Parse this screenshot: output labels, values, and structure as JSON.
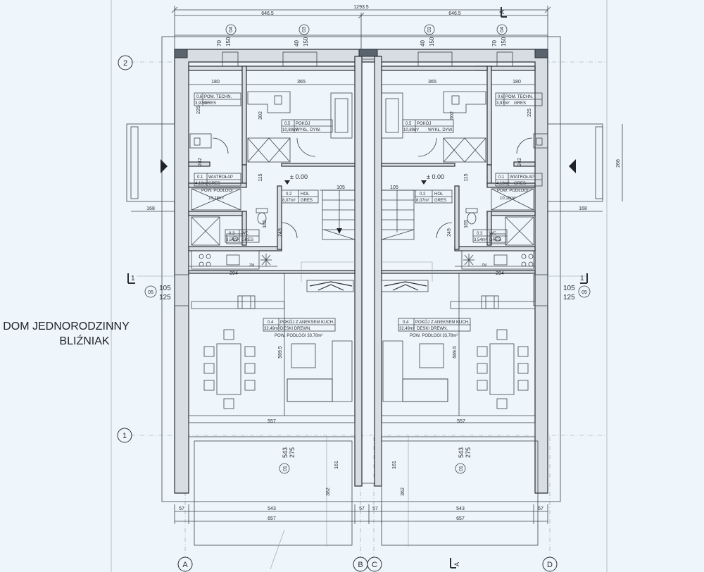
{
  "title": {
    "line1": "DOM JEDNORODZINNY",
    "line2": "BLIŹNIAK"
  },
  "dimensions": {
    "overall": "1293.5",
    "half_left": "646.5",
    "half_right": "646.5",
    "bottom_left_543": "543",
    "bottom_left_657": "657",
    "bottom_right_543": "543",
    "bottom_right_657": "657",
    "d57a": "57",
    "d57b": "57",
    "d57c": "57",
    "d57d": "57",
    "d180_l": "180",
    "d365_l": "365",
    "d365_r": "365",
    "d180_r": "180",
    "d105_l": "105",
    "d105_r": "105",
    "d168_l": "168",
    "d168_r": "168",
    "d294_l": "294",
    "d294_r": "294",
    "d557_l": "557",
    "d557_r": "557",
    "d266": "266",
    "d161_l": "161",
    "d161_r": "161",
    "d362_l": "362",
    "d362_r": "362",
    "d5695_l": "569.5",
    "d5695_r": "569.5",
    "d302_l": "302",
    "d302_r": "302",
    "d242_l": "242",
    "d242_r": "242",
    "d225_l": "225",
    "d225_r": "225",
    "d115_l": "115",
    "d115_r": "115",
    "d249_l": "249",
    "d249_r": "249",
    "d165_l": "165",
    "d165_r": "165",
    "win_top_l1": "70",
    "win_top_l2": "150",
    "win_top_l3": "40",
    "win_top_l4": "150",
    "win_top_r1": "40",
    "win_top_r2": "150",
    "win_top_r3": "70",
    "win_top_r4": "150",
    "side_l_a": "105",
    "side_l_b": "125",
    "side_r_a": "105",
    "side_r_b": "125",
    "bot_l_a": "543",
    "bot_l_b": "275",
    "bot_r_a": "543",
    "bot_r_b": "275"
  },
  "axes": {
    "a1": "2",
    "a2": "1",
    "a3": "A",
    "a4": "B",
    "a5": "C",
    "a6": "D"
  },
  "markers": {
    "m04_l": "04",
    "m03_l": "03",
    "m03_r": "03",
    "m04_r": "04",
    "m05_l": "05",
    "m05_r": "05",
    "m01_l": "01",
    "m01_r": "01"
  },
  "sections": {
    "s1_l": "1",
    "s1_r": "1",
    "sA_top": "A",
    "sA_bot": "A"
  },
  "levels": {
    "left": "± 0.00",
    "right": "± 0.00"
  },
  "rooms_left": [
    {
      "num": "0.6",
      "name": "POM. TECHN.",
      "area": "3,97m²",
      "floor": "GRES"
    },
    {
      "num": "0.5",
      "name": "POKÓJ",
      "area": "10,89m²",
      "floor": "WYKŁ. DYW."
    },
    {
      "num": "0.1",
      "name": "WIATROŁAP",
      "area": "4,18m²",
      "floor": "GRES"
    },
    {
      "num": "0.2",
      "name": "HOL",
      "area": "8,07m²",
      "floor": "GRES"
    },
    {
      "num": "0.3",
      "name": "WC",
      "area": "3,54m²",
      "floor": "GRES"
    },
    {
      "num": "0.4",
      "name": "POKÓJ Z ANEKSEM KUCH.",
      "area": "32,49m²",
      "floor": "DESKI DREWN."
    }
  ],
  "rooms_right": [
    {
      "num": "0.6",
      "name": "POM. TECHN.",
      "area": "3,97m²",
      "floor": "GRES"
    },
    {
      "num": "0.5",
      "name": "POKÓJ",
      "area": "10,89m²",
      "floor": "WYKŁ. DYW."
    },
    {
      "num": "0.1",
      "name": "WIATROŁAP",
      "area": "4,18m²",
      "floor": "GRES"
    },
    {
      "num": "0.2",
      "name": "HOL",
      "area": "8,07m²",
      "floor": "GRES"
    },
    {
      "num": "0.3",
      "name": "WC",
      "area": "3,54m²",
      "floor": "GRES"
    },
    {
      "num": "0.4",
      "name": "POKÓJ Z ANEKSEM KUCH.",
      "area": "32,49m²",
      "floor": "DESKI DREWN."
    }
  ],
  "floor_area": {
    "left_small": "POW. PODŁOGI",
    "left_small_val": "10,18m²",
    "right_small": "POW. PODŁOGI",
    "right_small_val": "10,18m²",
    "left_big": "POW. PODŁOGI 33,78m²",
    "right_big": "POW. PODŁOGI 33,78m²"
  },
  "appliance": {
    "zm_l": "ZM",
    "zm_r": "ZM"
  }
}
